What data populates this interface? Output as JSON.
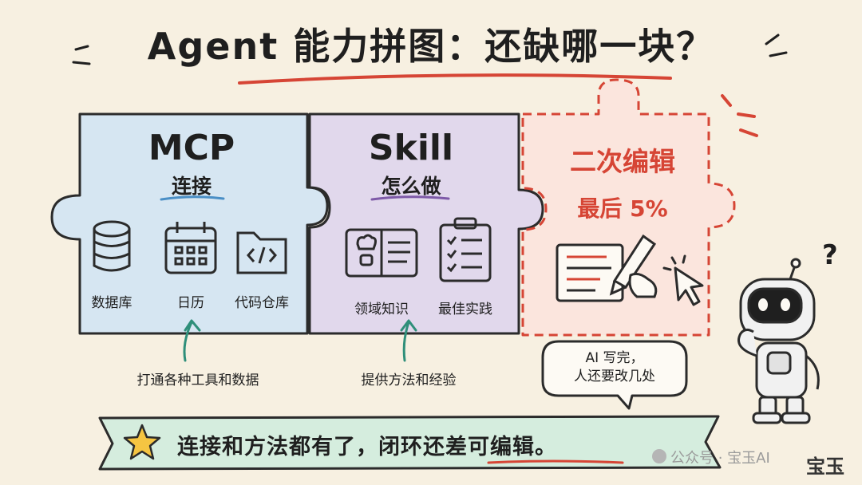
{
  "title": "Agent 能力拼图：还缺哪一块？",
  "pieces": {
    "mcp": {
      "title": "MCP",
      "subtitle": "连接",
      "icons": [
        {
          "icon": "database-icon",
          "label": "数据库"
        },
        {
          "icon": "calendar-icon",
          "label": "日历"
        },
        {
          "icon": "code-folder-icon",
          "label": "代码仓库"
        }
      ],
      "annotation": "打通各种工具和数据"
    },
    "skill": {
      "title": "Skill",
      "subtitle": "怎么做",
      "icons": [
        {
          "icon": "recipe-book-icon",
          "label": "领域知识"
        },
        {
          "icon": "checklist-icon",
          "label": "最佳实践"
        }
      ],
      "annotation": "提供方法和经验"
    },
    "edit": {
      "title": "二次编辑",
      "subtitle": "最后 5%",
      "icons": [
        {
          "icon": "document-pen-icon"
        },
        {
          "icon": "cursor-icon"
        }
      ]
    }
  },
  "robot": {
    "speech_line1": "AI 写完，",
    "speech_line2": "人还要改几处",
    "thinking_mark": "?"
  },
  "banner": {
    "icon": "star-icon",
    "text": "连接和方法都有了，闭环还差可编辑。"
  },
  "watermark": "公众号 · 宝玉AI",
  "signature": "宝玉",
  "colors": {
    "background": "#f7f0e1",
    "mcp_fill": "#d6e6f2",
    "skill_fill": "#e1d8ec",
    "edit_fill": "#fbe5dd",
    "accent_red": "#d64535",
    "banner_fill": "#d5edde",
    "star": "#f5c542"
  }
}
